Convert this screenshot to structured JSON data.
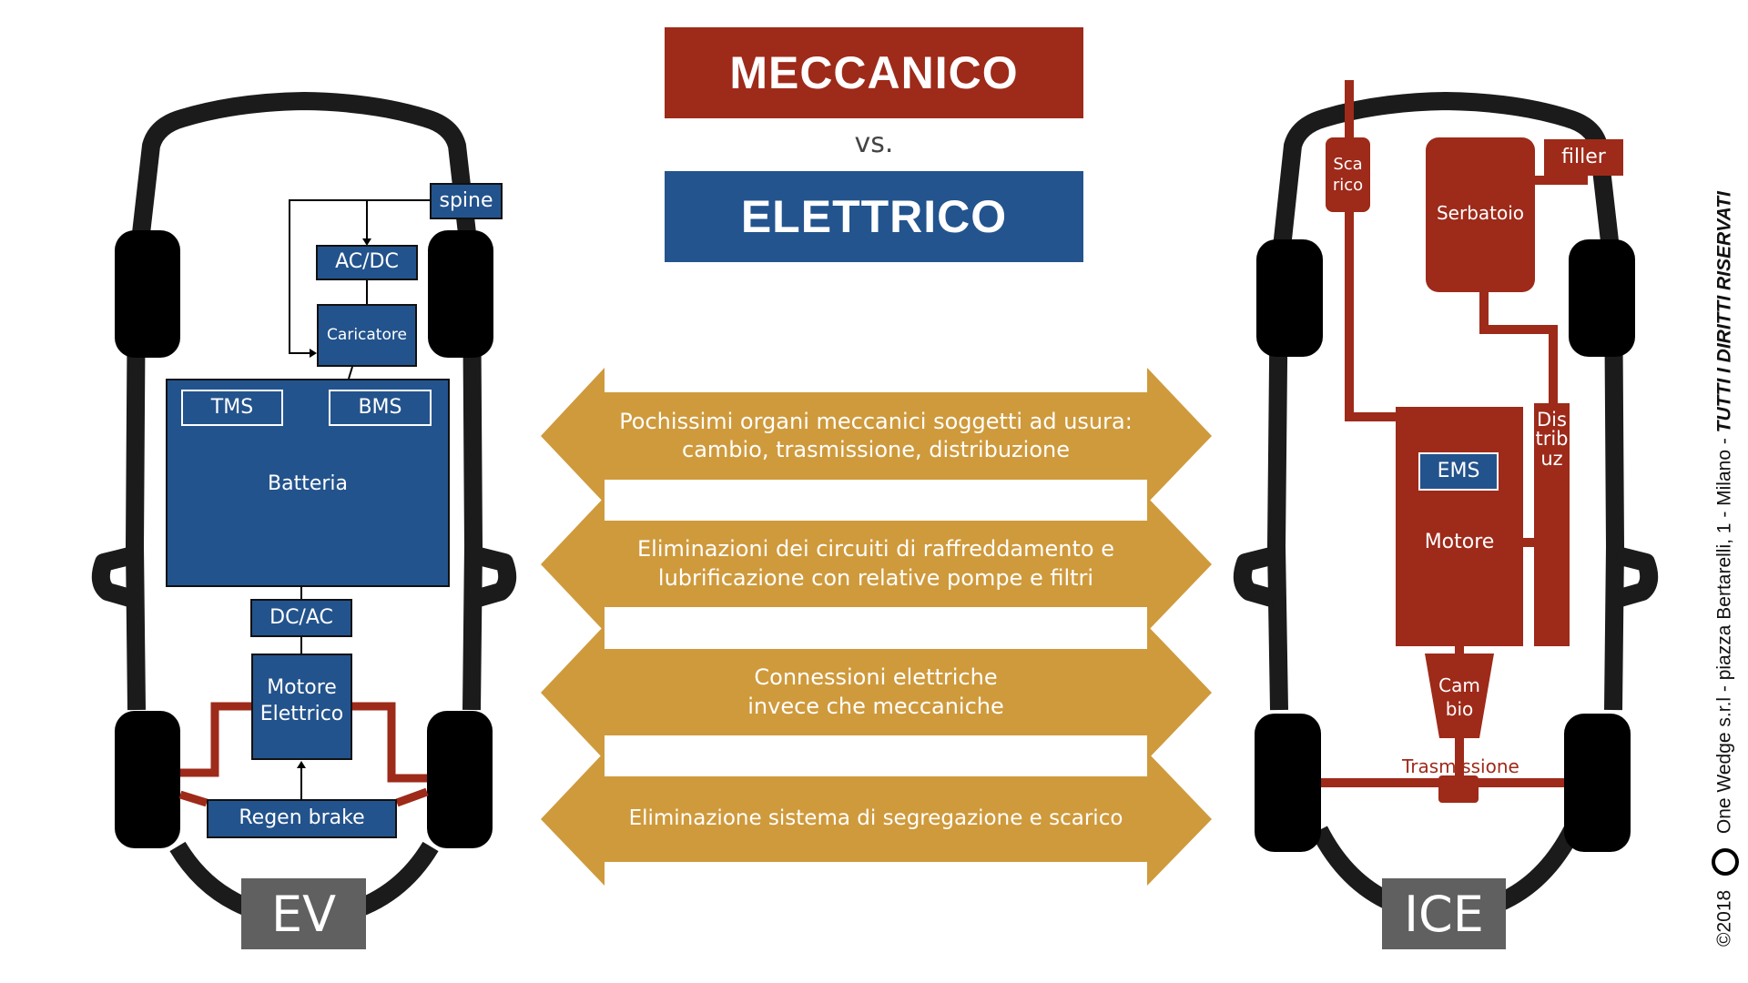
{
  "header": {
    "title_top": "MECCANICO",
    "versus": "vs.",
    "title_bottom": "ELETTRICO"
  },
  "colors": {
    "mechanical_red": "#9e2a1a",
    "electric_blue": "#23548e",
    "arrow_gold": "#cf9a3c",
    "label_gray": "#606060",
    "car_body": "#1b1b1b"
  },
  "ev": {
    "label": "EV",
    "components": {
      "spine": "spine",
      "acdc": "AC/DC",
      "charger": "Caricatore",
      "battery": "Batteria",
      "tms": "TMS",
      "bms": "BMS",
      "dcac": "DC/AC",
      "motor": "Motore Elettrico",
      "regen": "Regen brake"
    }
  },
  "ice": {
    "label": "ICE",
    "components": {
      "exhaust": "Sca rico",
      "tank": "Serbatoio",
      "filler": "filler",
      "ems": "EMS",
      "engine": "Motore",
      "timing": "Distribuz",
      "gearbox": "Cam bio",
      "transmission": "Trasmissione"
    }
  },
  "arrows": [
    {
      "text": "Pochissimi organi meccanici soggetti ad usura: cambio, trasmissione, distribuzione"
    },
    {
      "text": "Eliminazioni dei circuiti di raffreddamento e lubrificazione con relative pompe e filtri"
    },
    {
      "text": "Connessioni elettriche invece che meccaniche"
    },
    {
      "text": "Eliminazione sistema di segregazione e scarico"
    }
  ],
  "footer": {
    "copyright": "©2018",
    "company": "One Wedge s.r.l - piazza Bertarelli, 1 - Milano - ",
    "rights": "TUTTI I DIRITTI RISERVATI"
  }
}
